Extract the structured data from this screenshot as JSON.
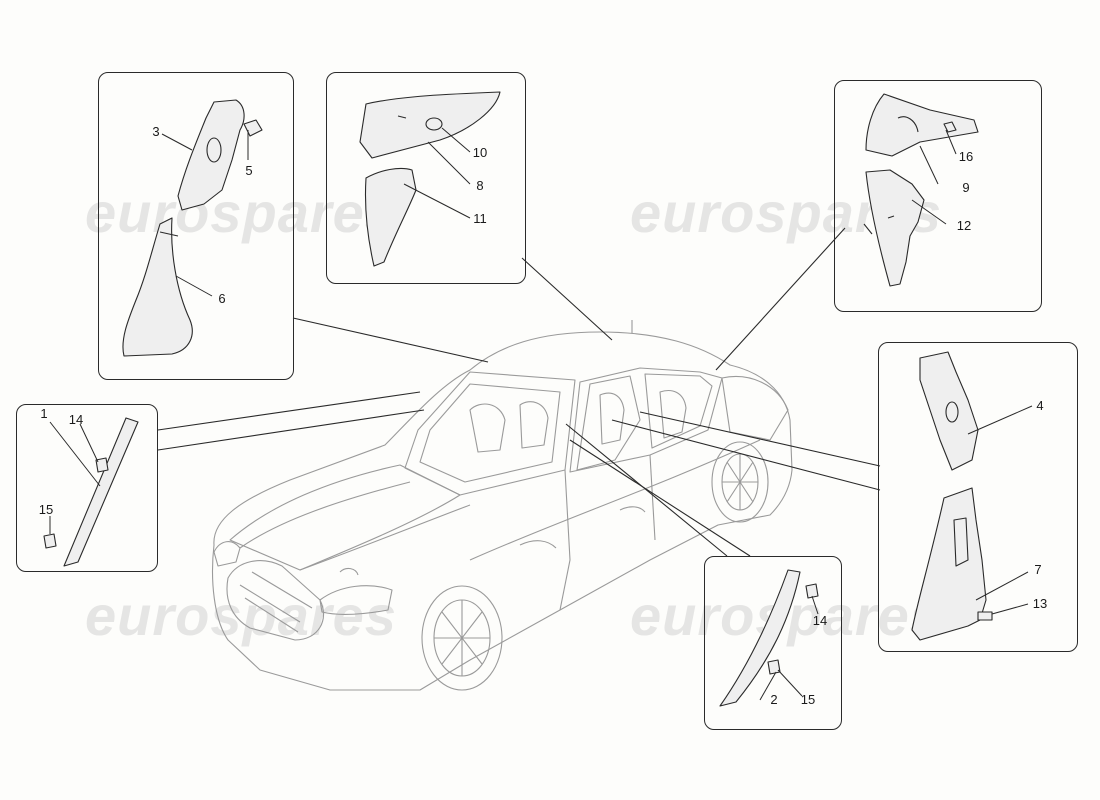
{
  "watermarks": [
    "eurospares",
    "eurospares",
    "eurospares",
    "eurospares"
  ],
  "callouts": {
    "p1": "1",
    "p2": "2",
    "p3": "3",
    "p4": "4",
    "p5": "5",
    "p6": "6",
    "p7": "7",
    "p8": "8",
    "p9": "9",
    "p10": "10",
    "p11": "11",
    "p12": "12",
    "p13": "13",
    "p14a": "14",
    "p14b": "14",
    "p15a": "15",
    "p15b": "15",
    "p16": "16"
  },
  "colors": {
    "line": "#2a2a2a",
    "car": "#9a9a9a",
    "part_fill": "#efefef"
  }
}
